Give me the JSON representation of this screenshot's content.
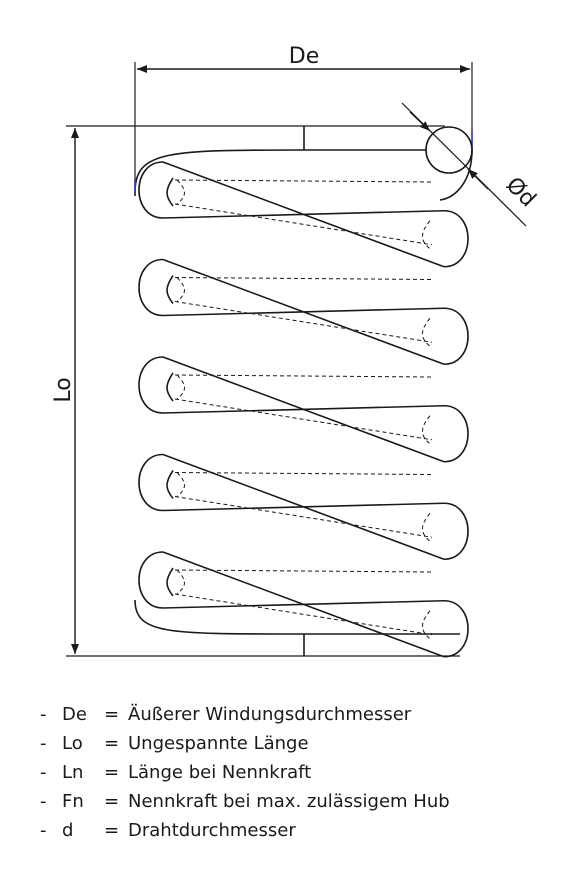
{
  "diagram": {
    "labels": {
      "outer_diameter": "De",
      "free_length": "Lo",
      "wire_diameter": "Ød"
    },
    "colors": {
      "line": "#1a1a1a",
      "accent": "#3b3bd4",
      "background": "#ffffff"
    }
  },
  "legend": {
    "items": [
      {
        "dash": "-",
        "symbol": "De",
        "equals": "=",
        "text": "Äußerer Windungsdurchmesser"
      },
      {
        "dash": "-",
        "symbol": "Lo",
        "equals": "=",
        "text": "Ungespannte Länge"
      },
      {
        "dash": "-",
        "symbol": "Ln",
        "equals": "=",
        "text": "Länge bei Nennkraft"
      },
      {
        "dash": "-",
        "symbol": "Fn",
        "equals": "=",
        "text": "Nennkraft bei max. zulässigem Hub"
      },
      {
        "dash": "-",
        "symbol": "d",
        "equals": "=",
        "text": "Drahtdurchmesser"
      }
    ]
  }
}
